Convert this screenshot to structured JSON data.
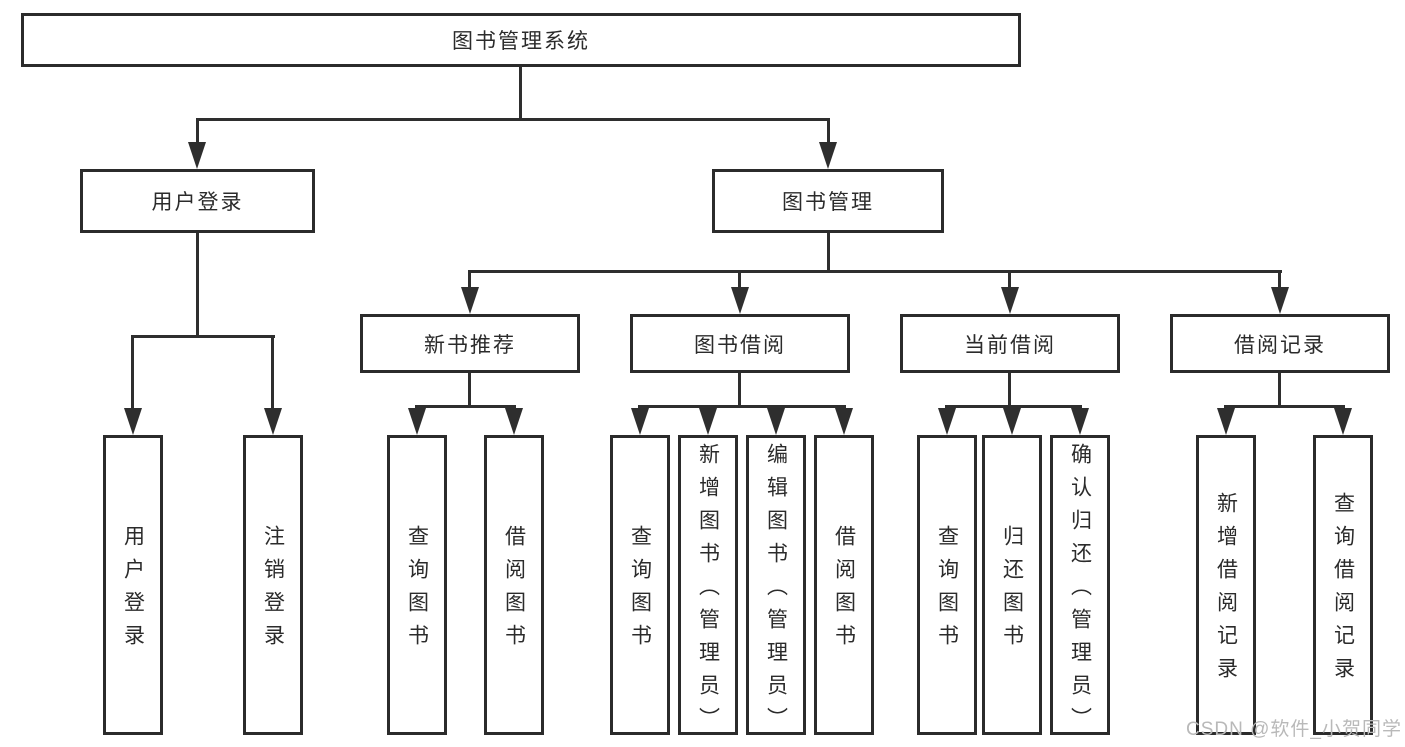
{
  "colors": {
    "line": "#2e2e2e",
    "box_border": "#2b2b2b",
    "box_background": "#ffffff",
    "text": "#2b2b2b",
    "watermark": "#b9b9b9"
  },
  "watermark": {
    "text": "CSDN @软件_小贺同学"
  },
  "tree": {
    "label": "图书管理系统",
    "children": [
      {
        "label": "用户登录",
        "children": [
          {
            "label": "用户登录"
          },
          {
            "label": "注销登录"
          }
        ]
      },
      {
        "label": "图书管理",
        "children": [
          {
            "label": "新书推荐",
            "children": [
              {
                "label": "查询图书"
              },
              {
                "label": "借阅图书"
              }
            ]
          },
          {
            "label": "图书借阅",
            "children": [
              {
                "label": "查询图书"
              },
              {
                "label": "新增图书（管理员）"
              },
              {
                "label": "编辑图书（管理员）"
              },
              {
                "label": "借阅图书"
              }
            ]
          },
          {
            "label": "当前借阅",
            "children": [
              {
                "label": "查询图书"
              },
              {
                "label": "归还图书"
              },
              {
                "label": "确认归还（管理员）"
              }
            ]
          },
          {
            "label": "借阅记录",
            "children": [
              {
                "label": "新增借阅记录"
              },
              {
                "label": "查询借阅记录"
              }
            ]
          }
        ]
      }
    ]
  }
}
